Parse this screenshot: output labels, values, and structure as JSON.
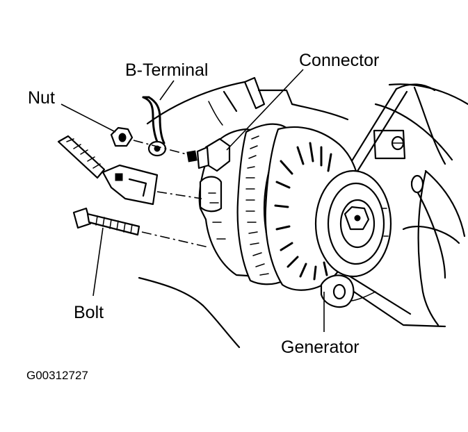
{
  "labels": {
    "nut": "Nut",
    "b_terminal": "B-Terminal",
    "connector": "Connector",
    "bolt": "Bolt",
    "generator": "Generator"
  },
  "figure_id": "G00312727"
}
